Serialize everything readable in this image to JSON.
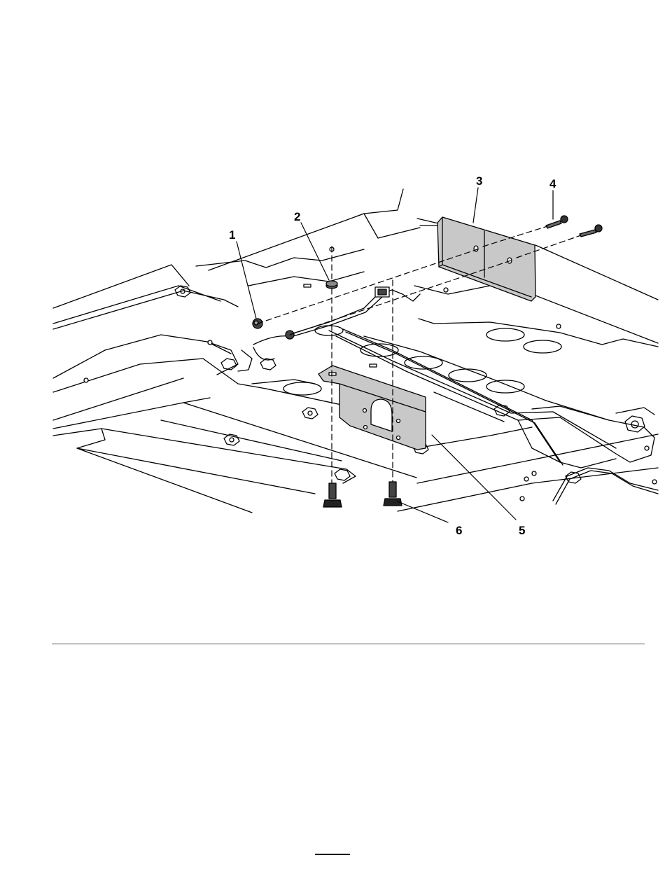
{
  "figure": {
    "callouts": [
      "1",
      "2",
      "3",
      "4",
      "5",
      "6"
    ],
    "colors": {
      "line": "#000000",
      "part_fill": "#c8c8c8",
      "hardware_fill": "#333333",
      "background": "#ffffff"
    }
  }
}
